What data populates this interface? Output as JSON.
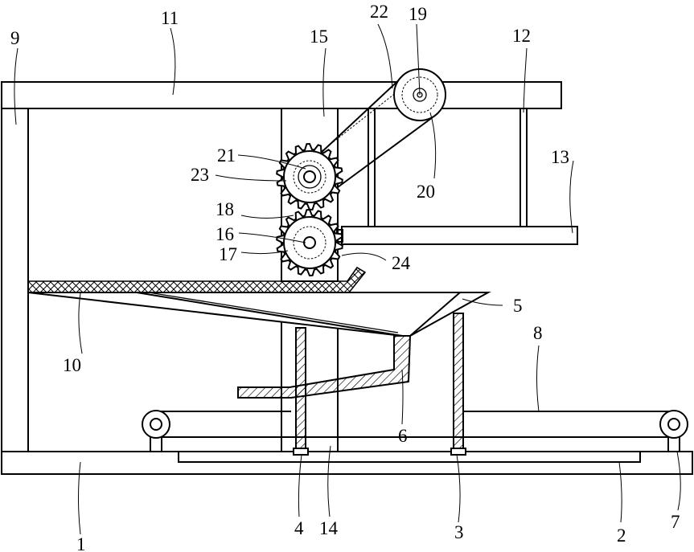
{
  "labels": {
    "l1": "1",
    "l2": "2",
    "l3": "3",
    "l4": "4",
    "l5": "5",
    "l6": "6",
    "l7": "7",
    "l8": "8",
    "l9": "9",
    "l10": "10",
    "l11": "11",
    "l12": "12",
    "l13": "13",
    "l14": "14",
    "l15": "15",
    "l16": "16",
    "l17": "17",
    "l18": "18",
    "l19": "19",
    "l20": "20",
    "l21": "21",
    "l22": "22",
    "l23": "23",
    "l24": "24"
  }
}
